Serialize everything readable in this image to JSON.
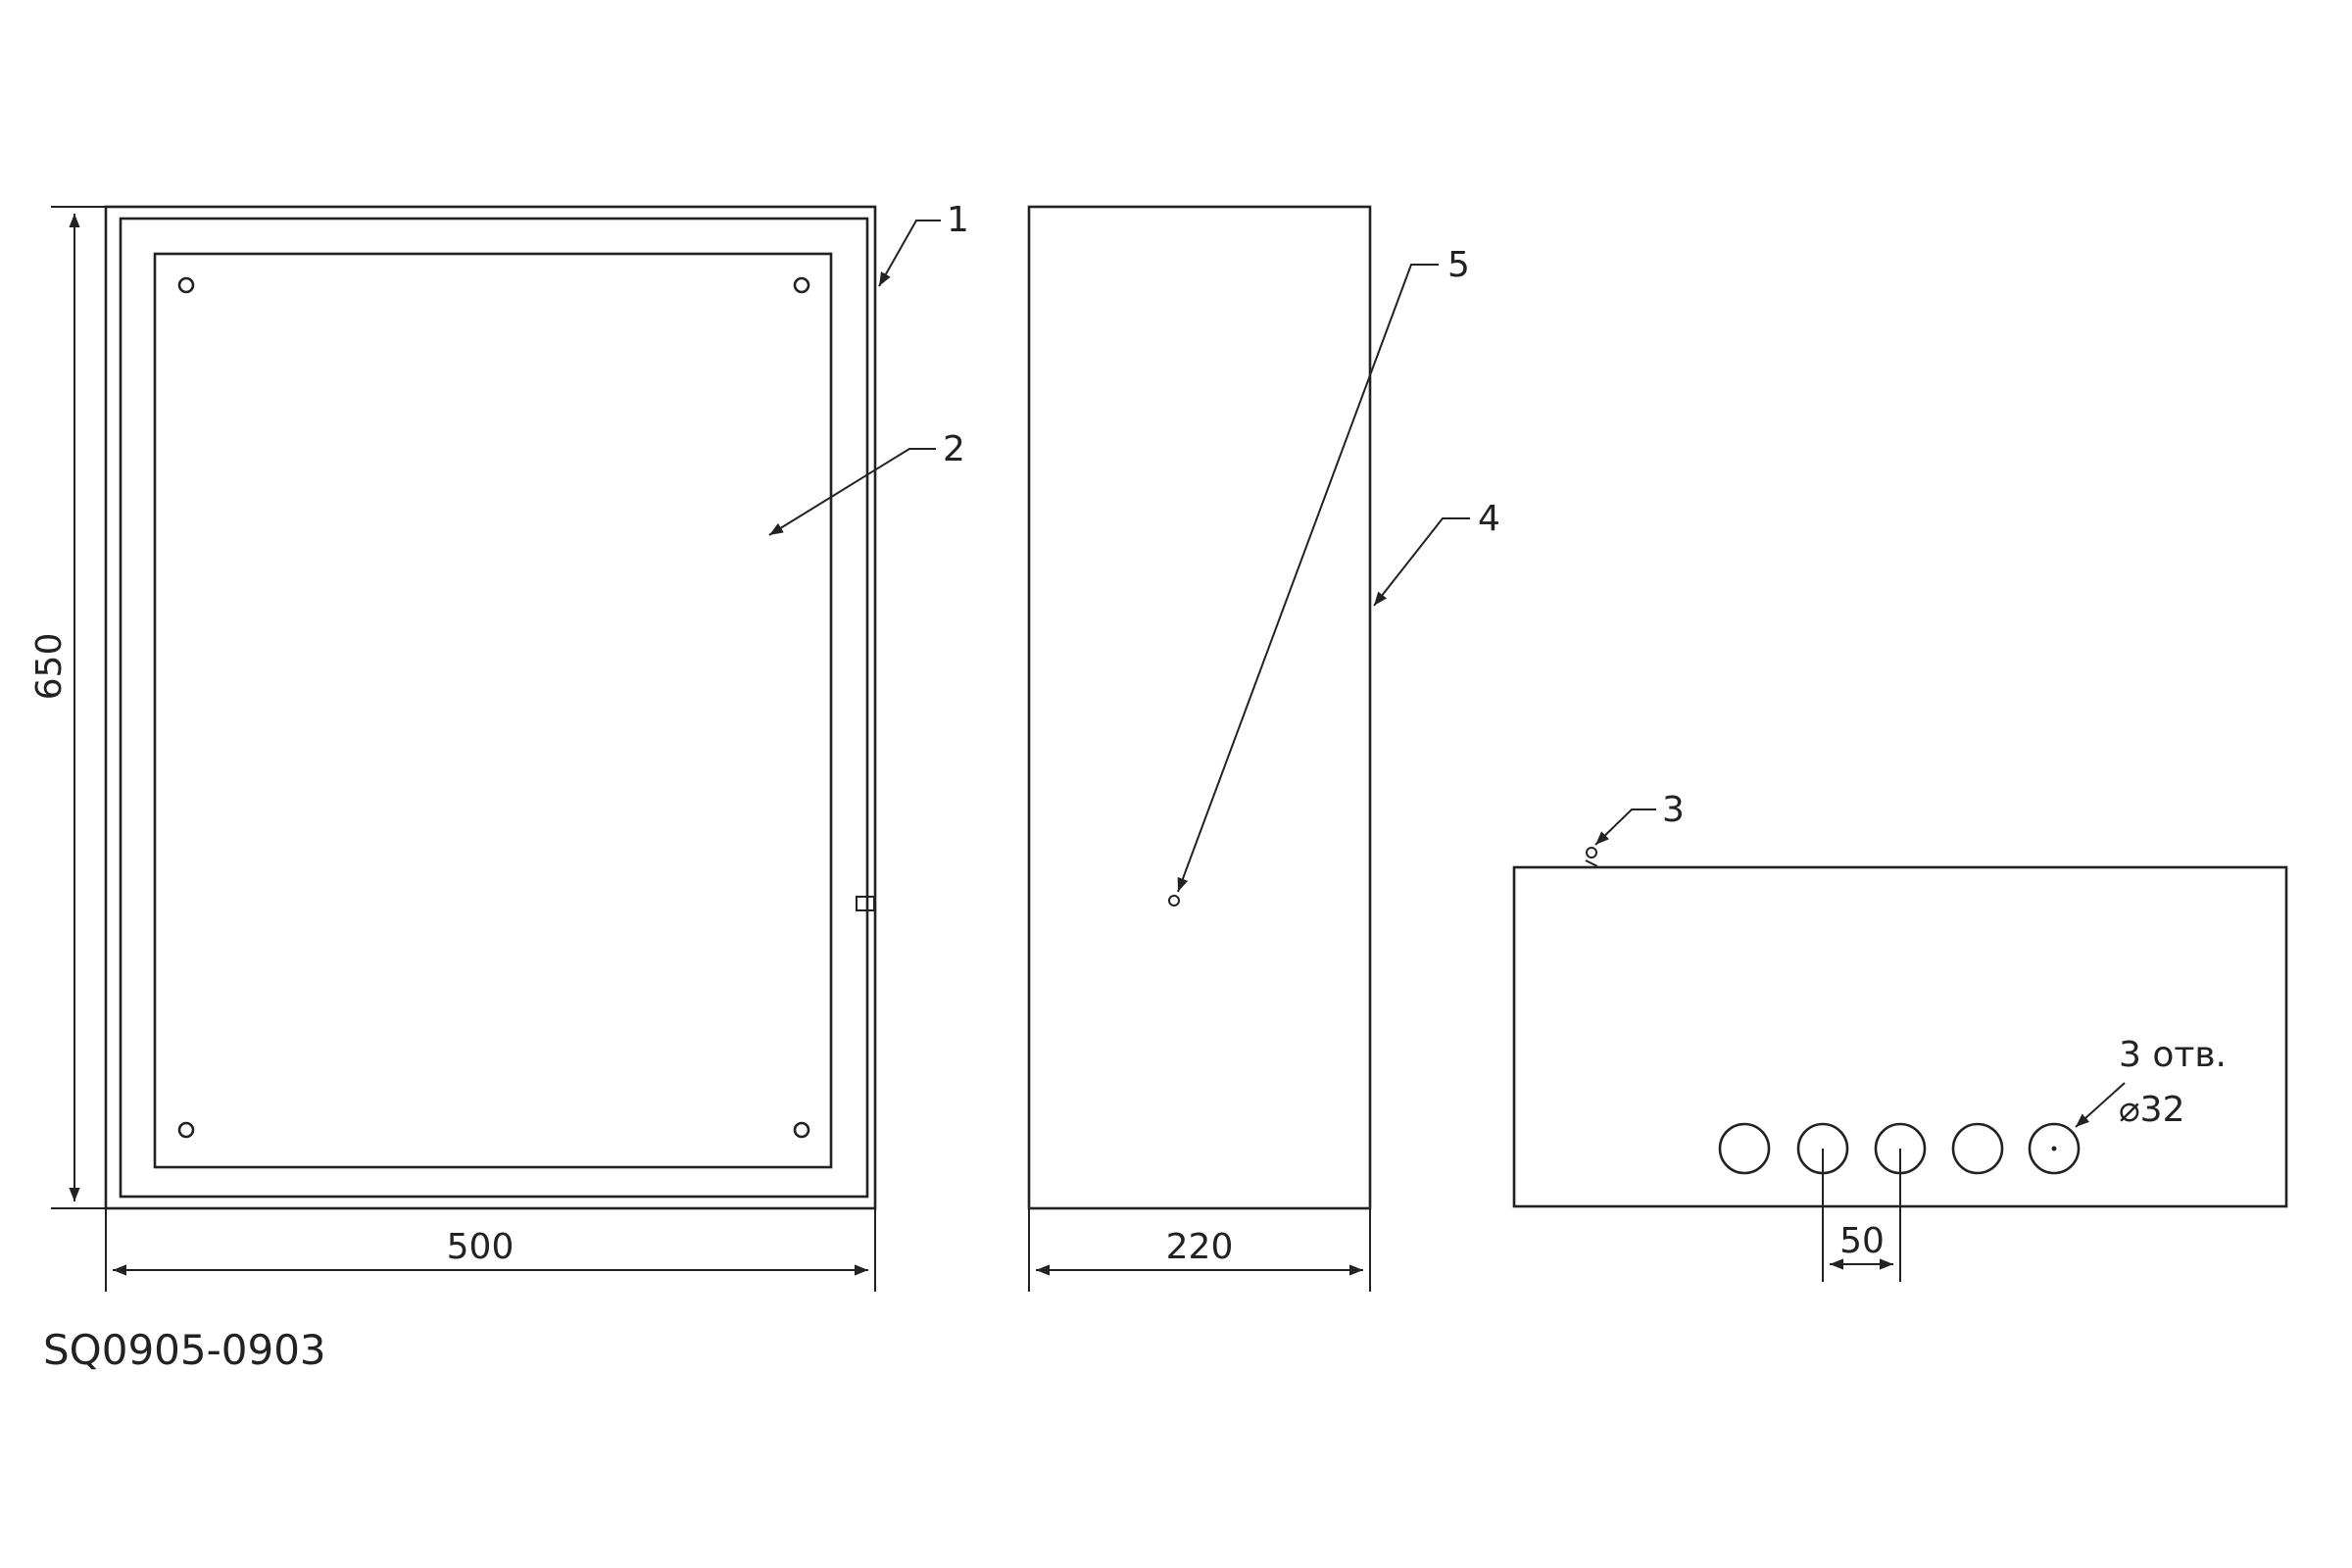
{
  "dimensions": {
    "height": "650",
    "front_width": "500",
    "depth": "220",
    "hole_spacing": "50"
  },
  "callouts": {
    "c1": "1",
    "c2": "2",
    "c3": "3",
    "c4": "4",
    "c5": "5"
  },
  "holes_note": {
    "count": "3 отв.",
    "diameter": "⌀32"
  },
  "model_code": "SQ0905-0903"
}
